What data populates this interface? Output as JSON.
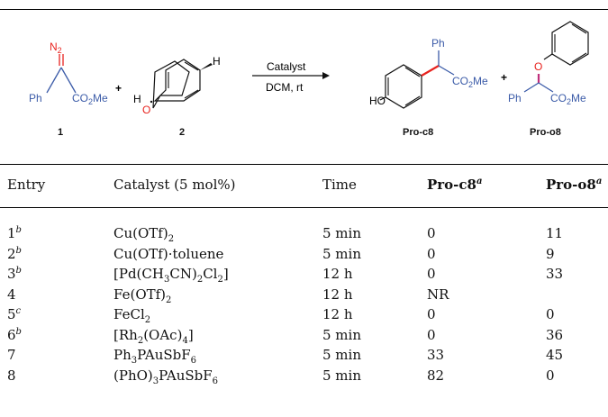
{
  "scheme": {
    "reagent1_n2": "N",
    "reagent1_n2_sub": "2",
    "reagent1_ph": "Ph",
    "reagent1_ester": "CO",
    "reagent1_ester_sub": "2",
    "reagent1_ester_tail": "Me",
    "plus": "+",
    "reagent2_h": "H",
    "reagent2_o": "O",
    "reagent2_h2": "H",
    "arrow_top": "Catalyst",
    "arrow_bottom": "DCM, rt",
    "prod_c8_ph": "Ph",
    "prod_c8_ester": "CO",
    "prod_c8_ester_sub": "2",
    "prod_c8_ester_tail": "Me",
    "prod_c8_ho": "HO",
    "prod_o8_o": "O",
    "prod_o8_ph": "Ph",
    "prod_o8_ester": "CO",
    "prod_o8_ester_sub": "2",
    "prod_o8_ester_tail": "Me",
    "label1": "1",
    "label2": "2",
    "label_c8": "Pro-c8",
    "label_o8": "Pro-o8",
    "colors": {
      "blue": "#3b5ba8",
      "red": "#e8231f",
      "magenta": "#c0307c"
    }
  },
  "table": {
    "headers": {
      "entry": "Entry",
      "catalyst": "Catalyst (5 mol%)",
      "time": "Time",
      "c8": "Pro-c8",
      "c8_sup": "a",
      "o8": "Pro-o8",
      "o8_sup": "a"
    },
    "rows": [
      {
        "entry": "1",
        "sup": "b",
        "cat": "Cu(OTf)",
        "cat_sub": "2",
        "time": "5 min",
        "c8": "0",
        "o8": "11"
      },
      {
        "entry": "2",
        "sup": "b",
        "cat": "Cu(OTf)·toluene",
        "cat_sub": "",
        "time": "5 min",
        "c8": "0",
        "o8": "9"
      },
      {
        "entry": "3",
        "sup": "b",
        "cat_parts": [
          "[Pd(CH",
          "3",
          "CN)",
          "2",
          "Cl",
          "2",
          "]"
        ],
        "time": "12 h",
        "c8": "0",
        "o8": "33"
      },
      {
        "entry": "4",
        "sup": "",
        "cat": "Fe(OTf)",
        "cat_sub": "2",
        "time": "12 h",
        "c8": "NR",
        "o8": ""
      },
      {
        "entry": "5",
        "sup": "c",
        "cat": "FeCl",
        "cat_sub": "2",
        "time": "12 h",
        "c8": "0",
        "o8": "0"
      },
      {
        "entry": "6",
        "sup": "b",
        "cat_parts": [
          "[Rh",
          "2",
          "(OAc)",
          "4",
          "]"
        ],
        "time": "5 min",
        "c8": "0",
        "o8": "36"
      },
      {
        "entry": "7",
        "sup": "",
        "cat_parts": [
          "Ph",
          "3",
          "PAuSbF",
          "6",
          ""
        ],
        "time": "5 min",
        "c8": "33",
        "o8": "45"
      },
      {
        "entry": "8",
        "sup": "",
        "cat_parts": [
          "(PhO)",
          "3",
          "PAuSbF",
          "6",
          ""
        ],
        "time": "5 min",
        "c8": "82",
        "o8": "0"
      }
    ]
  }
}
